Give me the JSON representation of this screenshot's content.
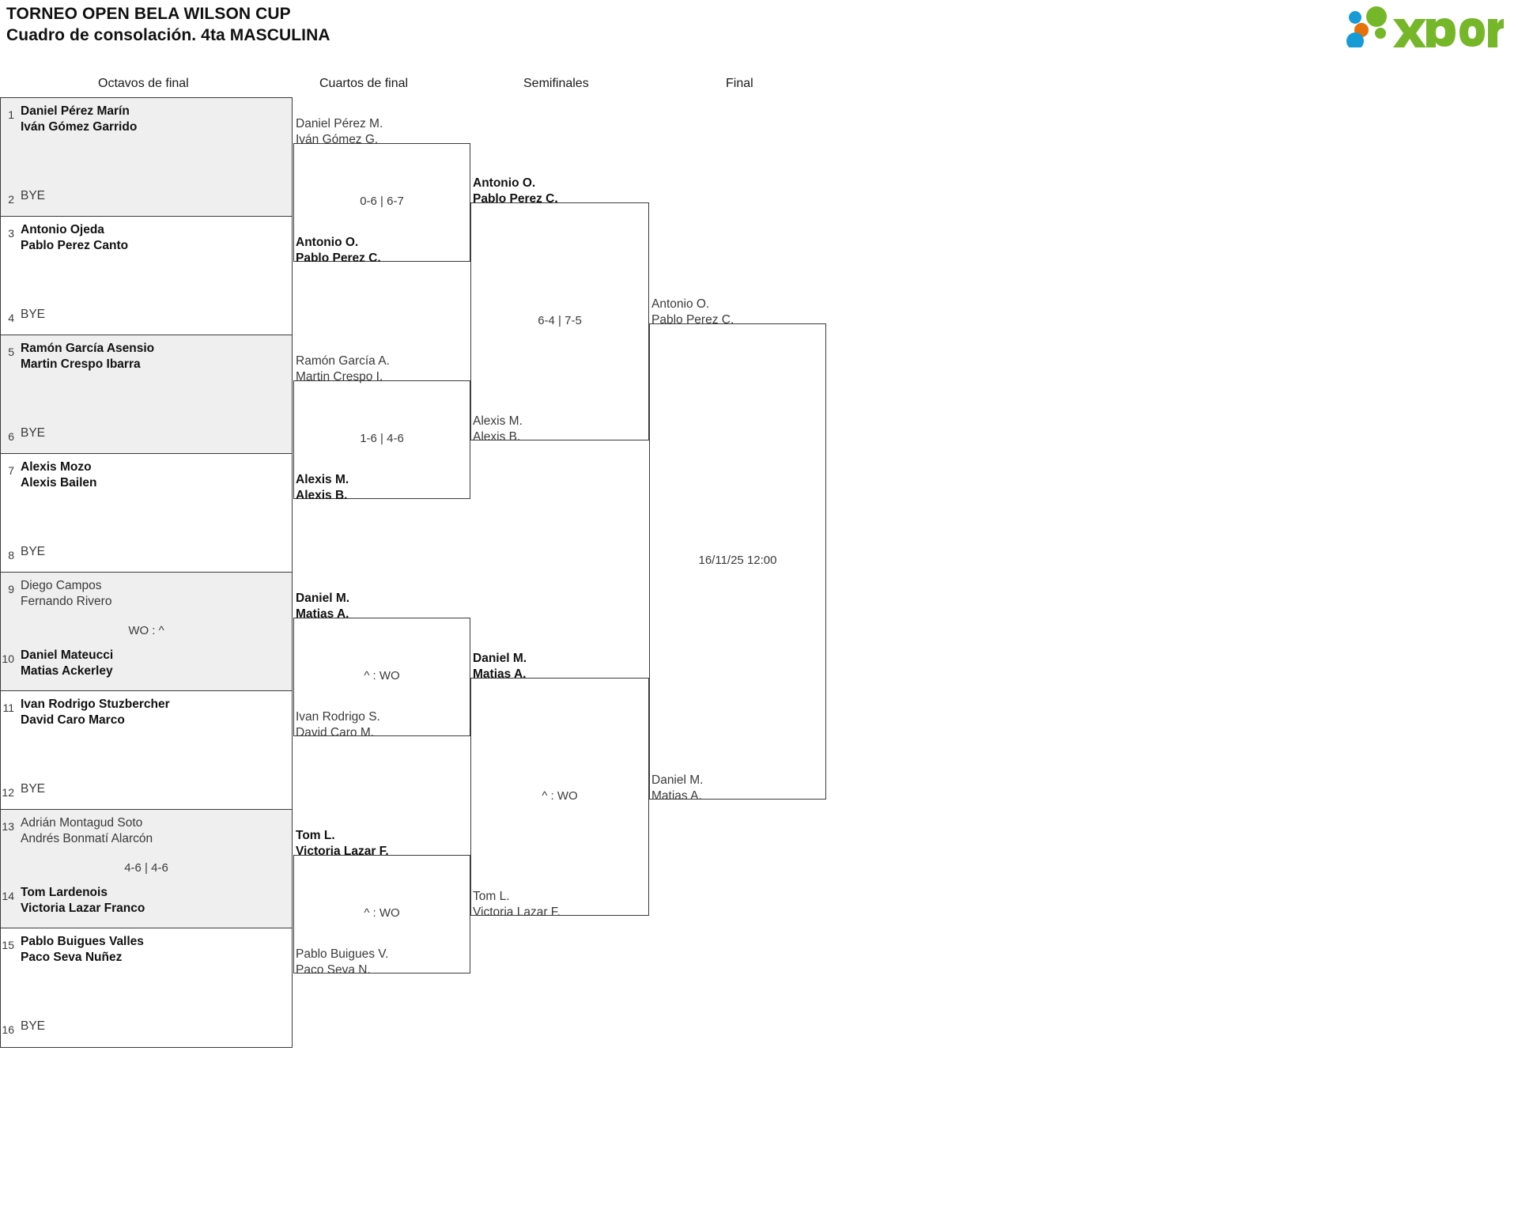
{
  "header": {
    "title_line1": "TORNEO OPEN BELA WILSON CUP",
    "title_line2": "Cuadro de consolación. 4ta MASCULINA",
    "logo_text": "xporty",
    "logo_colors": {
      "green": "#76b72a",
      "orange": "#e8700a",
      "blue": "#169bd7"
    }
  },
  "rounds": [
    {
      "label": "Octavos de final"
    },
    {
      "label": "Cuartos de final"
    },
    {
      "label": "Semifinales"
    },
    {
      "label": "Final"
    }
  ],
  "round1": {
    "matches": [
      {
        "score": "",
        "top": {
          "seed": "1",
          "line1": "Daniel Pérez Marín",
          "line2": "Iván Gómez Garrido",
          "winner": true
        },
        "bottom": {
          "seed": "2",
          "line1": "BYE",
          "line2": "",
          "winner": false
        }
      },
      {
        "score": "",
        "top": {
          "seed": "3",
          "line1": "Antonio Ojeda",
          "line2": "Pablo Perez Canto",
          "winner": true
        },
        "bottom": {
          "seed": "4",
          "line1": "BYE",
          "line2": "",
          "winner": false
        }
      },
      {
        "score": "",
        "top": {
          "seed": "5",
          "line1": "Ramón García Asensio",
          "line2": "Martin Crespo Ibarra",
          "winner": true
        },
        "bottom": {
          "seed": "6",
          "line1": "BYE",
          "line2": "",
          "winner": false
        }
      },
      {
        "score": "",
        "top": {
          "seed": "7",
          "line1": "Alexis Mozo",
          "line2": "Alexis Bailen",
          "winner": true
        },
        "bottom": {
          "seed": "8",
          "line1": "BYE",
          "line2": "",
          "winner": false
        }
      },
      {
        "score": "WO : ^",
        "top": {
          "seed": "9",
          "line1": "Diego Campos",
          "line2": "Fernando Rivero",
          "winner": false
        },
        "bottom": {
          "seed": "10",
          "line1": "Daniel Mateucci",
          "line2": "Matias Ackerley",
          "winner": true
        }
      },
      {
        "score": "",
        "top": {
          "seed": "11",
          "line1": "Ivan Rodrigo Stuzbercher",
          "line2": "David Caro Marco",
          "winner": true
        },
        "bottom": {
          "seed": "12",
          "line1": "BYE",
          "line2": "",
          "winner": false
        }
      },
      {
        "score": "4-6 | 4-6",
        "top": {
          "seed": "13",
          "line1": "Adrián Montagud Soto",
          "line2": "Andrés Bonmatí Alarcón",
          "winner": false
        },
        "bottom": {
          "seed": "14",
          "line1": "Tom Lardenois",
          "line2": "Victoria Lazar Franco",
          "winner": true
        }
      },
      {
        "score": "",
        "top": {
          "seed": "15",
          "line1": "Pablo Buigues Valles",
          "line2": "Paco Seva Nuñez",
          "winner": true
        },
        "bottom": {
          "seed": "16",
          "line1": "BYE",
          "line2": "",
          "winner": false
        }
      }
    ]
  },
  "round2": {
    "matches": [
      {
        "score": "0-6 | 6-7",
        "top": {
          "line1": "Daniel Pérez M.",
          "line2": "Iván Gómez G.",
          "winner": false
        },
        "bottom": {
          "line1": "Antonio O.",
          "line2": "Pablo Perez C.",
          "winner": true
        }
      },
      {
        "score": "1-6 | 4-6",
        "top": {
          "line1": "Ramón García A.",
          "line2": "Martin Crespo I.",
          "winner": false
        },
        "bottom": {
          "line1": "Alexis M.",
          "line2": "Alexis B.",
          "winner": true
        }
      },
      {
        "score": "^ : WO",
        "top": {
          "line1": "Daniel M.",
          "line2": "Matias A.",
          "winner": true
        },
        "bottom": {
          "line1": "Ivan Rodrigo S.",
          "line2": "David Caro M.",
          "winner": false
        }
      },
      {
        "score": "^ : WO",
        "top": {
          "line1": "Tom L.",
          "line2": "Victoria Lazar F.",
          "winner": true
        },
        "bottom": {
          "line1": "Pablo Buigues V.",
          "line2": "Paco Seva N.",
          "winner": false
        }
      }
    ]
  },
  "round3": {
    "matches": [
      {
        "score": "6-4 | 7-5",
        "top": {
          "line1": "Antonio O.",
          "line2": "Pablo Perez C.",
          "winner": true
        },
        "bottom": {
          "line1": "Alexis M.",
          "line2": "Alexis B.",
          "winner": false
        }
      },
      {
        "score": "^ : WO",
        "top": {
          "line1": "Daniel M.",
          "line2": "Matias A.",
          "winner": true
        },
        "bottom": {
          "line1": "Tom L.",
          "line2": "Victoria Lazar F.",
          "winner": false
        }
      }
    ]
  },
  "round4": {
    "matches": [
      {
        "score": "16/11/25 12:00",
        "top": {
          "line1": "Antonio O.",
          "line2": "Pablo Perez C.",
          "winner": false
        },
        "bottom": {
          "line1": "Daniel M.",
          "line2": "Matias A.",
          "winner": false
        }
      }
    ]
  }
}
